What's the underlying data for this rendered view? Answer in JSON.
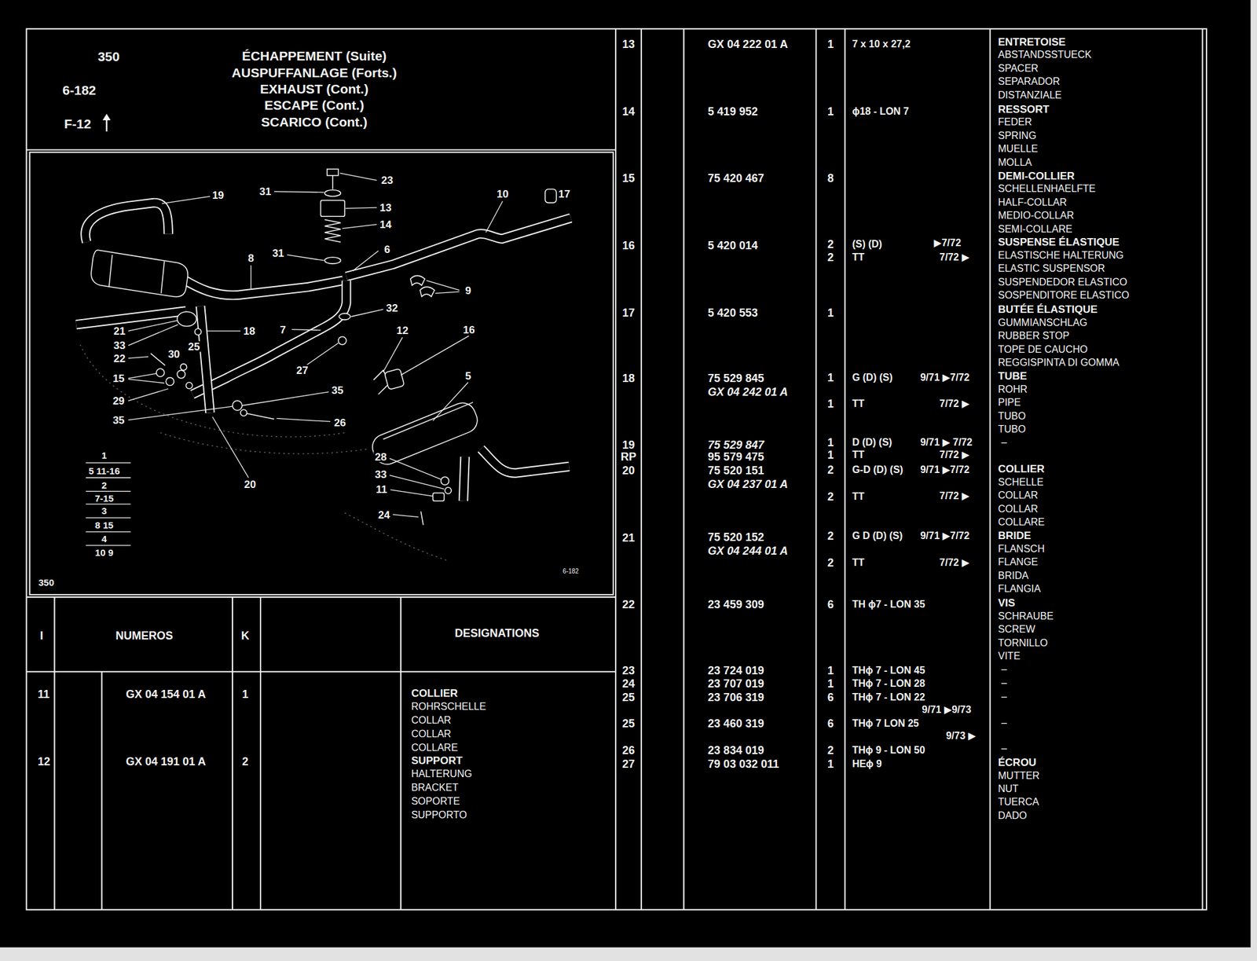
{
  "diagram": {
    "title": "ÉCHAPPEMENT (Suite)",
    "labels": [
      "350",
      "6-182",
      "F-12",
      "AUSPUFFANLAGE (Forts.)",
      "EXHAUST (Cont.)",
      "ESCAPE (Cont.)",
      "SCARICO (Cont.)",
      "23",
      "31",
      "13",
      "14",
      "6",
      "31",
      "9",
      "10",
      "17",
      "19",
      "8",
      "32",
      "18",
      "7",
      "12",
      "16",
      "21",
      "33",
      "25",
      "22",
      "30",
      "15",
      "29",
      "35",
      "27",
      "35",
      "26",
      "5",
      "20",
      "28",
      "33",
      "11",
      "24",
      "1",
      "5 11-16",
      "2",
      "7-15",
      "3",
      "8 15",
      "4",
      "10 9",
      "350",
      "6-182",
      "I",
      "NUMEROS",
      "K",
      "DESIGNATIONS",
      "11",
      "GX 04 154 01 A",
      "1",
      "COLLIER",
      "ROHRSCHELLE",
      "COLLAR",
      "COLLAR",
      "COLLARE",
      "12",
      "GX 04 191 01 A",
      "2",
      "SUPPORT",
      "HALTERUNG",
      "BRACKET",
      "SOPORTE",
      "SUPPORTO",
      "13",
      "GX 04 222 01 A",
      "1",
      "7 x 10 x 27,2",
      "ENTRETOISE",
      "ABSTANDSSTUECK",
      "SPACER",
      "SEPARADOR",
      "DISTANZIALE",
      "14",
      "5 419 952",
      "1",
      "ϕ18 - LON 7",
      "RESSORT",
      "FEDER",
      "SPRING",
      "MUELLE",
      "MOLLA",
      "15",
      "75 420 467",
      "8",
      "DEMI-COLLIER",
      "SCHELLENHAELFTE",
      "HALF-COLLAR",
      "MEDIO-COLLAR",
      "SEMI-COLLARE",
      "16",
      "5 420 014",
      "2",
      "(S) (D)",
      "▶7/72",
      "2",
      "TT",
      "7/72 ▶",
      "SUSPENSE ÉLASTIQUE",
      "ELASTISCHE HALTERUNG",
      "ELASTIC SUSPENSOR",
      "SUSPENDEDOR ELASTICO",
      "SOSPENDITORE ELASTICO",
      "17",
      "5 420 553",
      "1",
      "BUTÉE ÉLASTIQUE",
      "GUMMIANSCHLAG",
      "RUBBER STOP",
      "TOPE DE CAUCHO",
      "REGGISPINTA DI GOMMA",
      "18",
      "75 529 845",
      "GX 04 242 01 A",
      "1",
      "G (D) (S)",
      "9/71 ▶7/72",
      "1",
      "TT",
      "7/72 ▶",
      "TUBE",
      "ROHR",
      "PIPE",
      "TUBO",
      "TUBO",
      "19",
      "75 529 847",
      "1",
      "D (D) (S)",
      "9/71 ▶ 7/72",
      "–",
      "RP",
      "95 579 475",
      "1",
      "TT",
      "7/72 ▶",
      "20",
      "75 520 151",
      "GX 04 237 01 A",
      "2",
      "G-D (D) (S)",
      "9/71 ▶7/72",
      "2",
      "TT",
      "7/72 ▶",
      "COLLIER",
      "SCHELLE",
      "COLLAR",
      "COLLAR",
      "COLLARE",
      "21",
      "75 520 152",
      "GX 04 244 01 A",
      "2",
      "G D (D) (S)",
      "9/71 ▶7/72",
      "2",
      "TT",
      "7/72 ▶",
      "BRIDE",
      "FLANSCH",
      "FLANGE",
      "BRIDA",
      "FLANGIA",
      "22",
      "23 459 309",
      "6",
      "TH ϕ7 - LON 35",
      "VIS",
      "SCHRAUBE",
      "SCREW",
      "TORNILLO",
      "VITE",
      "23",
      "23 724 019",
      "1",
      "THϕ 7 - LON 45",
      "–",
      "24",
      "23 707 019",
      "1",
      "THϕ 7 - LON 28",
      "–",
      "25",
      "23 706 319",
      "6",
      "THϕ 7 - LON 22",
      "–",
      "9/71 ▶9/73",
      "25",
      "23 460 319",
      "6",
      "THϕ 7 LON 25",
      "–",
      "9/73 ▶",
      "26",
      "23 834 019",
      "2",
      "THϕ 9 - LON 50",
      "–",
      "27",
      "79 03 032 011",
      "1",
      "HEϕ 9",
      "ÉCROU",
      "MUTTER",
      "NUT",
      "TUERCA",
      "DADO"
    ]
  }
}
